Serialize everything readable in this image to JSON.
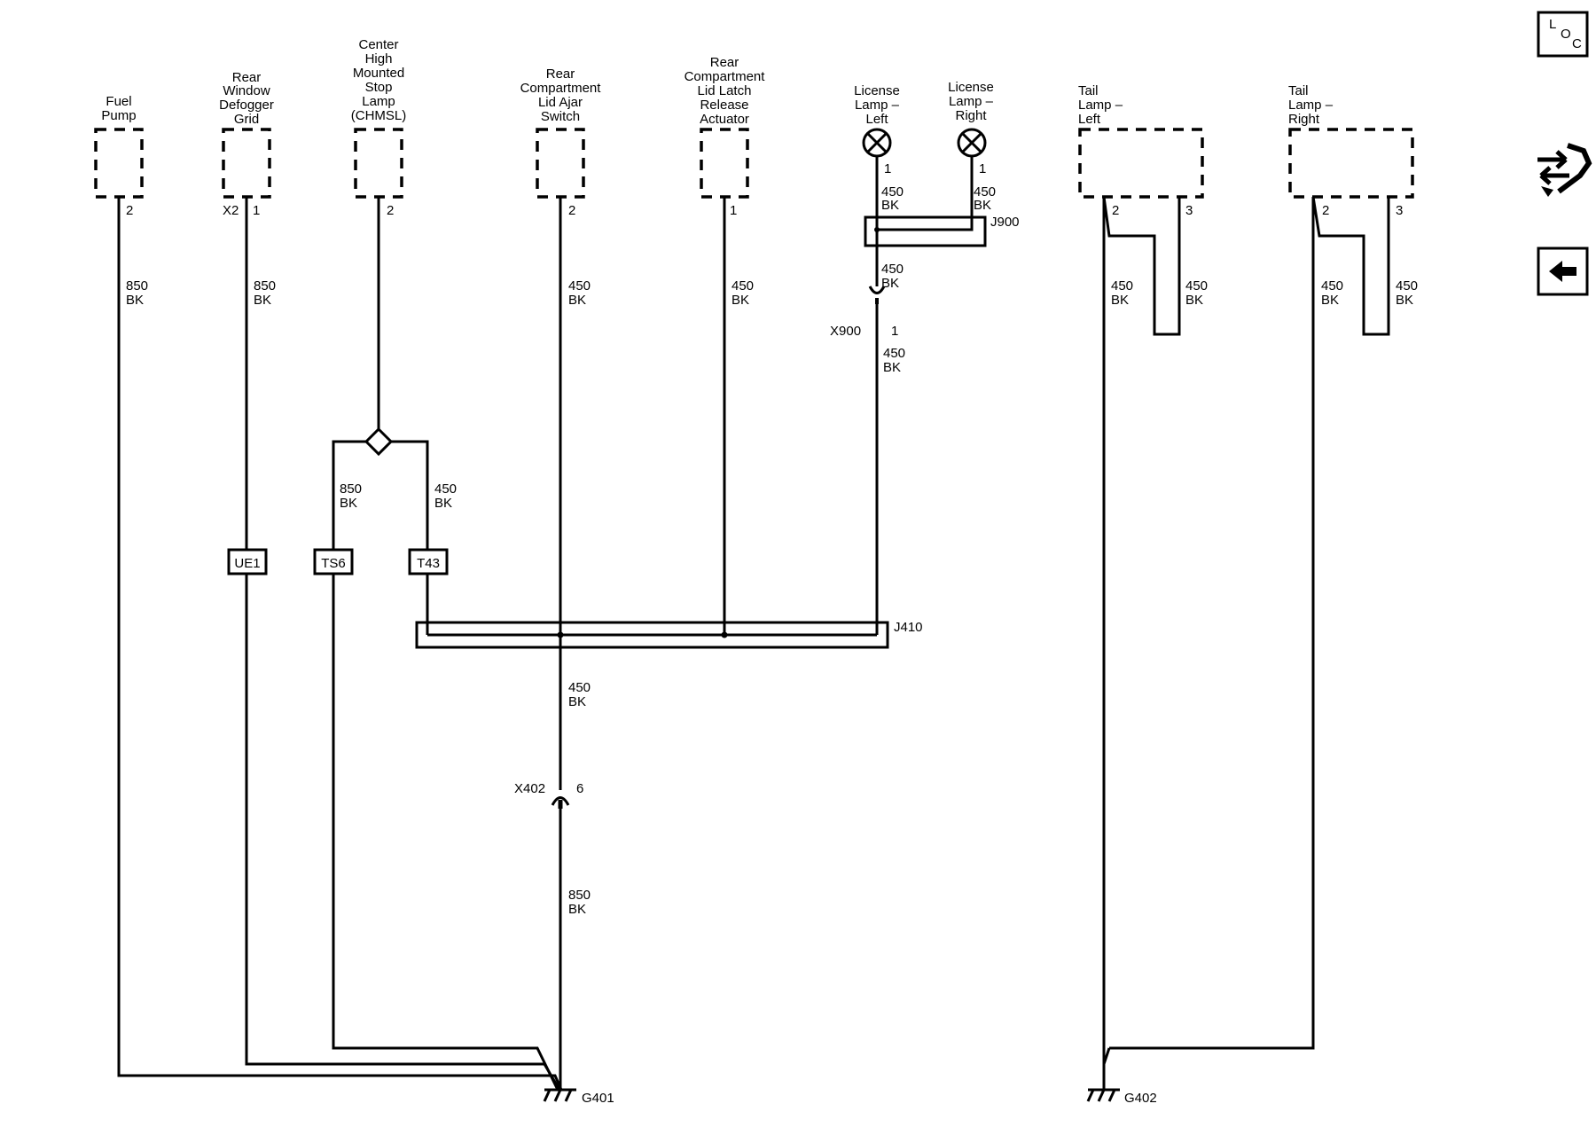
{
  "components": {
    "fuel_pump": [
      "Fuel",
      "Pump"
    ],
    "defogger": [
      "Rear",
      "Window",
      "Defogger",
      "Grid"
    ],
    "chmsl": [
      "Center",
      "High",
      "Mounted",
      "Stop",
      "Lamp",
      "(CHMSL)"
    ],
    "ajar_switch": [
      "Rear",
      "Compartment",
      "Lid Ajar",
      "Switch"
    ],
    "latch_actuator": [
      "Rear",
      "Compartment",
      "Lid Latch",
      "Release",
      "Actuator"
    ],
    "license_left": [
      "License",
      "Lamp –",
      "Left"
    ],
    "license_right": [
      "License",
      "Lamp –",
      "Right"
    ],
    "tail_left": [
      "Tail",
      "Lamp –",
      "Left"
    ],
    "tail_right": [
      "Tail",
      "Lamp –",
      "Right"
    ]
  },
  "pins": {
    "fuel_pump": "2",
    "defogger_conn": "X2",
    "defogger": "1",
    "chmsl": "2",
    "ajar_switch": "2",
    "latch_actuator": "1",
    "license_left": "1",
    "license_right": "1",
    "tail_left_a": "2",
    "tail_left_b": "3",
    "tail_right_a": "2",
    "tail_right_b": "3",
    "x900": "1",
    "x402": "6"
  },
  "wires": {
    "fuel_pump": [
      "850",
      "BK"
    ],
    "defogger": [
      "850",
      "BK"
    ],
    "ajar_switch": [
      "450",
      "BK"
    ],
    "latch_actuator": [
      "450",
      "BK"
    ],
    "license_left": [
      "450",
      "BK"
    ],
    "license_right": [
      "450",
      "BK"
    ],
    "j900_out": [
      "450",
      "BK"
    ],
    "x900_out": [
      "450",
      "BK"
    ],
    "chmsl_left": [
      "850",
      "BK"
    ],
    "chmsl_right": [
      "450",
      "BK"
    ],
    "j410_out": [
      "450",
      "BK"
    ],
    "ground": [
      "850",
      "BK"
    ],
    "tail_left_a": [
      "450",
      "BK"
    ],
    "tail_left_b": [
      "450",
      "BK"
    ],
    "tail_right_a": [
      "450",
      "BK"
    ],
    "tail_right_b": [
      "450",
      "BK"
    ]
  },
  "connectors": {
    "j900": "J900",
    "x900": "X900",
    "j410": "J410",
    "x402": "X402"
  },
  "splices": {
    "ue1": "UE1",
    "ts6": "TS6",
    "t43": "T43"
  },
  "grounds": {
    "g401": "G401",
    "g402": "G402"
  },
  "nav_icons": [
    "loc-icon",
    "swap-arrows-icon",
    "back-arrow-icon"
  ],
  "nav": {
    "loc": [
      "L",
      "O",
      "C"
    ]
  }
}
